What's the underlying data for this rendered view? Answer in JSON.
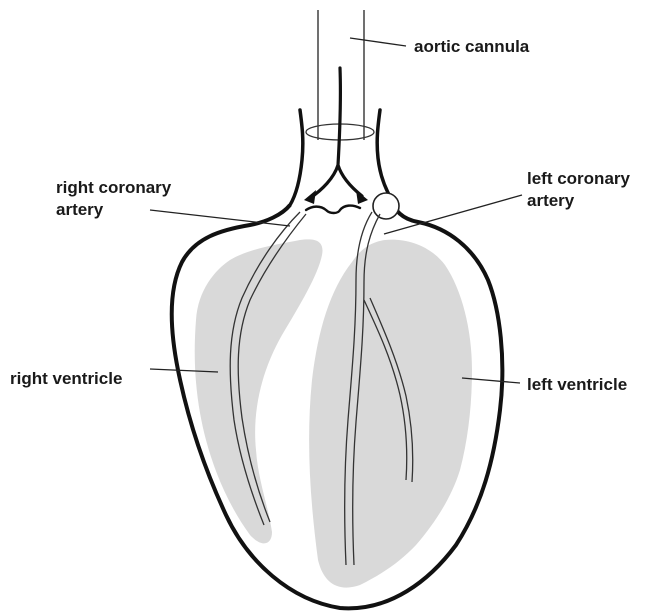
{
  "labels": {
    "aortic_cannula": "aortic cannula",
    "right_coronary_artery_line1": "right coronary",
    "right_coronary_artery_line2": "artery",
    "left_coronary_artery_line1": "left coronary",
    "left_coronary_artery_line2": "artery",
    "right_ventricle": "right ventricle",
    "left_ventricle": "left ventricle"
  },
  "colors": {
    "outline": "#111111",
    "ventricle_fill": "#d9d9d9",
    "background": "#ffffff"
  }
}
